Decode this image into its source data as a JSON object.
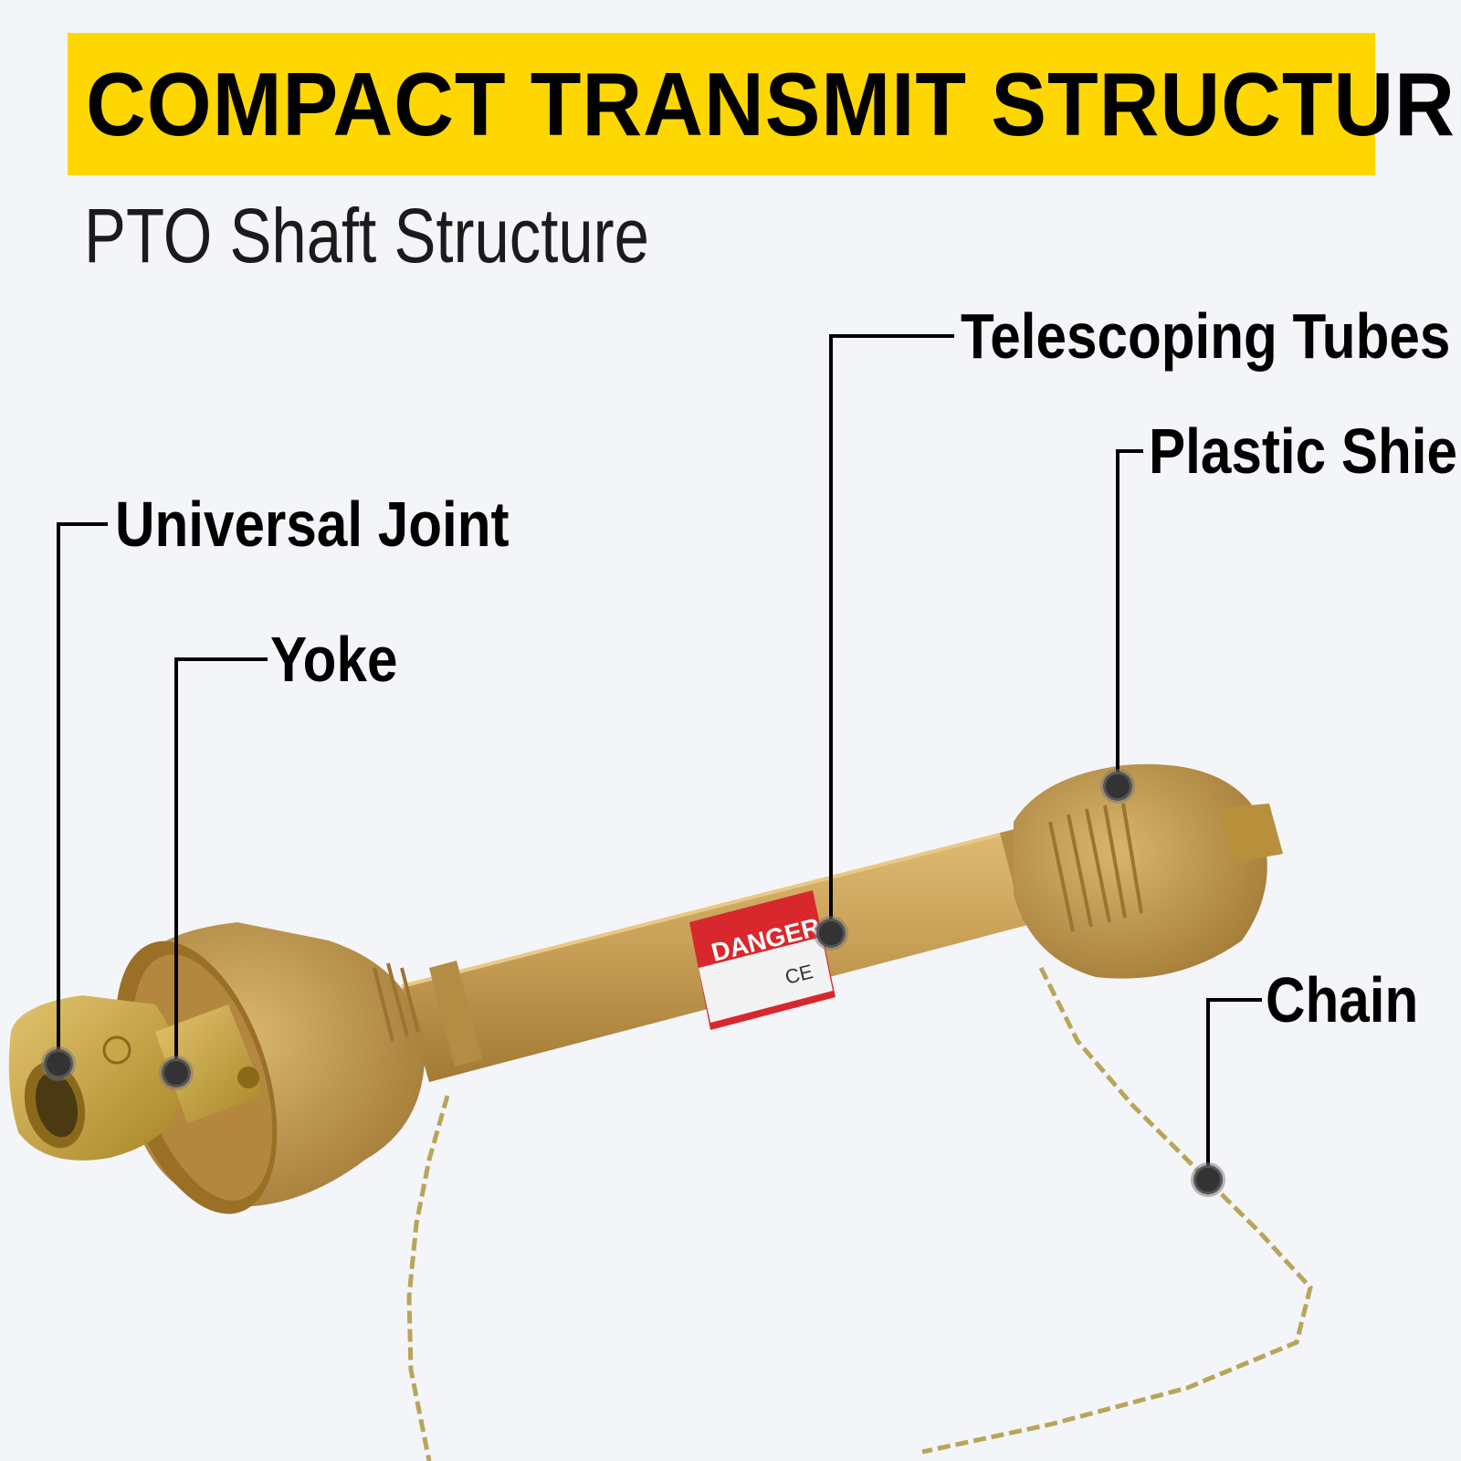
{
  "header": {
    "title": "COMPACT TRANSMIT STRUCTURE",
    "subtitle": "PTO Shaft Structure"
  },
  "labels": {
    "telescoping_tubes": "Telescoping Tubes",
    "plastic_shield": "Plastic Shield",
    "universal_joint": "Universal Joint",
    "yoke": "Yoke",
    "chain": "Chain"
  },
  "decal": {
    "danger": "DANGER",
    "ce": "CE"
  },
  "colors": {
    "title_bar": "#fed700",
    "background": "#f4f5f9",
    "shaft": "#c8a156",
    "decal_red": "#d8282d",
    "callout_line": "#000000",
    "callout_dot": "#333333"
  }
}
